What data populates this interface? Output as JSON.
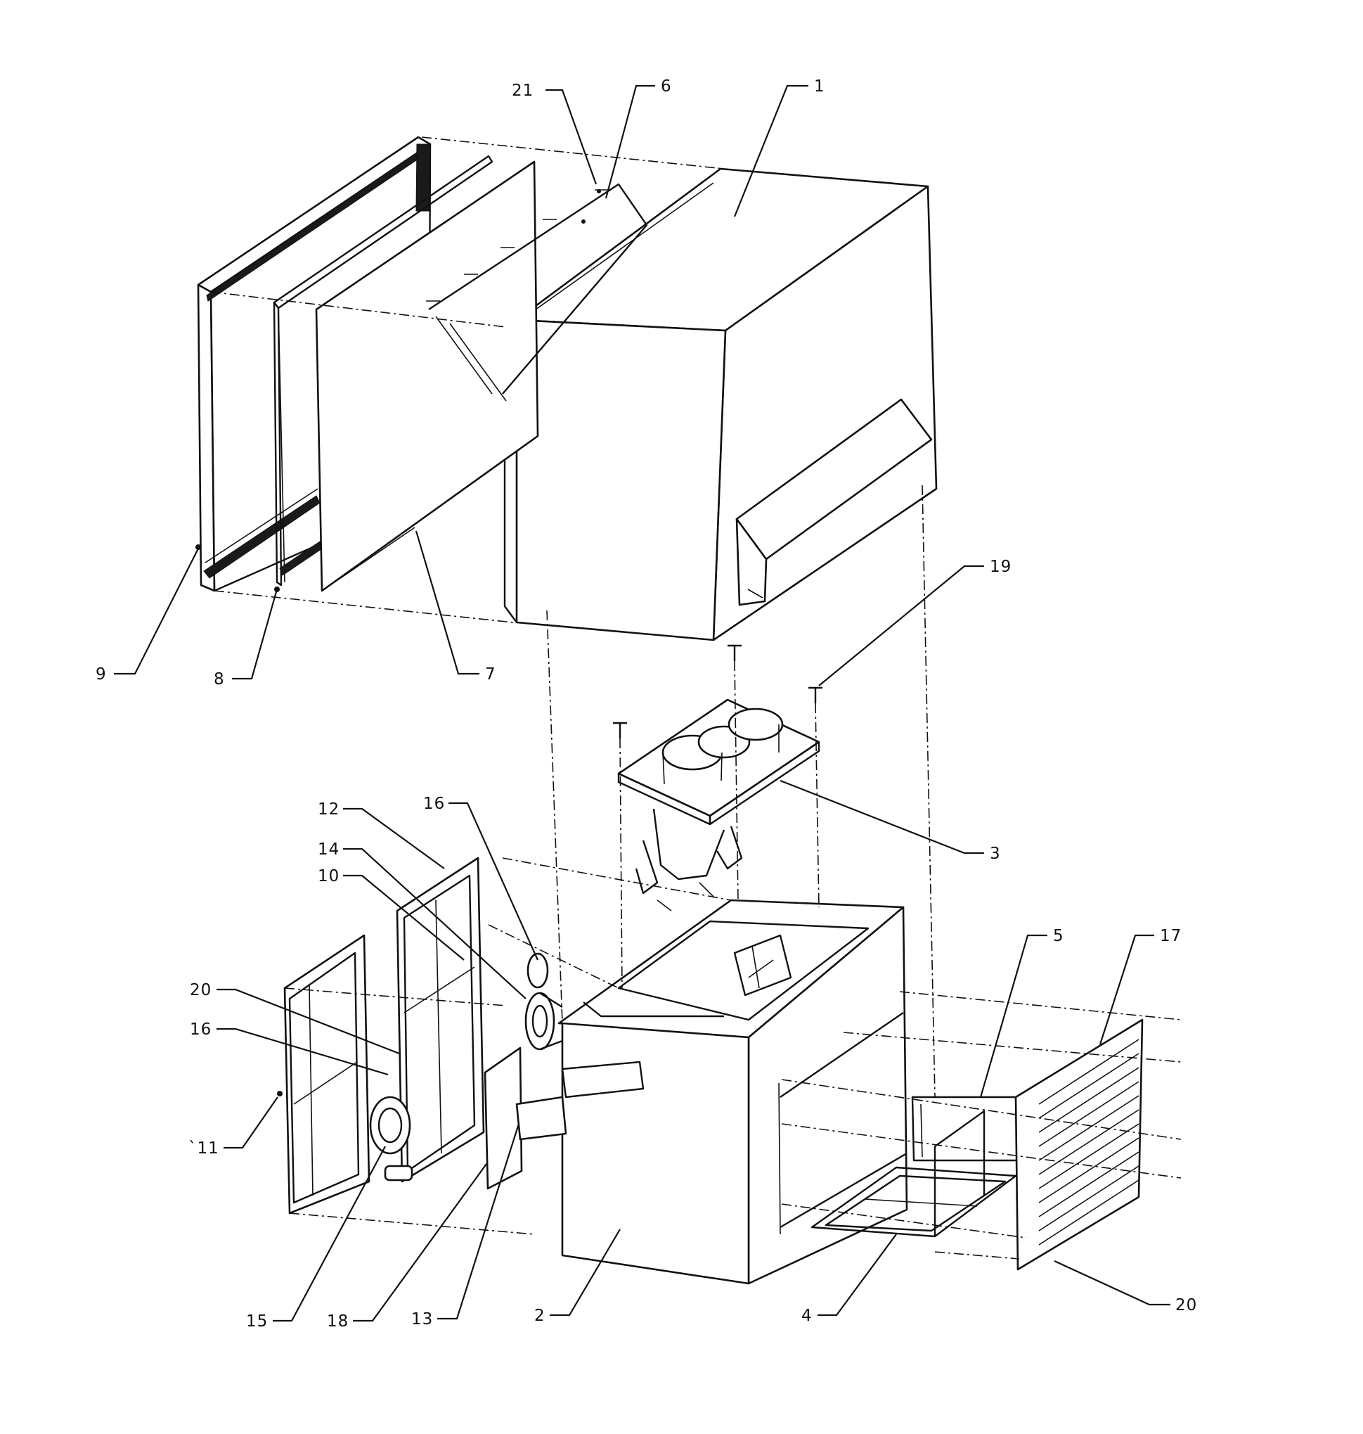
{
  "diagram": {
    "callouts": [
      {
        "id": "c1",
        "label": "1"
      },
      {
        "id": "c21",
        "label": "21"
      },
      {
        "id": "c6",
        "label": "6"
      },
      {
        "id": "c9",
        "label": "9"
      },
      {
        "id": "c8",
        "label": "8"
      },
      {
        "id": "c7",
        "label": "7"
      },
      {
        "id": "c19",
        "label": "19"
      },
      {
        "id": "c3",
        "label": "3"
      },
      {
        "id": "c12",
        "label": "12"
      },
      {
        "id": "c14",
        "label": "14"
      },
      {
        "id": "c10",
        "label": "10"
      },
      {
        "id": "c16a",
        "label": "16"
      },
      {
        "id": "c20a",
        "label": "20"
      },
      {
        "id": "c16b",
        "label": "16"
      },
      {
        "id": "c11",
        "label": "`11"
      },
      {
        "id": "c5",
        "label": "5"
      },
      {
        "id": "c17",
        "label": "17"
      },
      {
        "id": "c15",
        "label": "15"
      },
      {
        "id": "c18",
        "label": "18"
      },
      {
        "id": "c13",
        "label": "13"
      },
      {
        "id": "c2",
        "label": "2"
      },
      {
        "id": "c4",
        "label": "4"
      },
      {
        "id": "c20b",
        "label": "20"
      }
    ]
  }
}
